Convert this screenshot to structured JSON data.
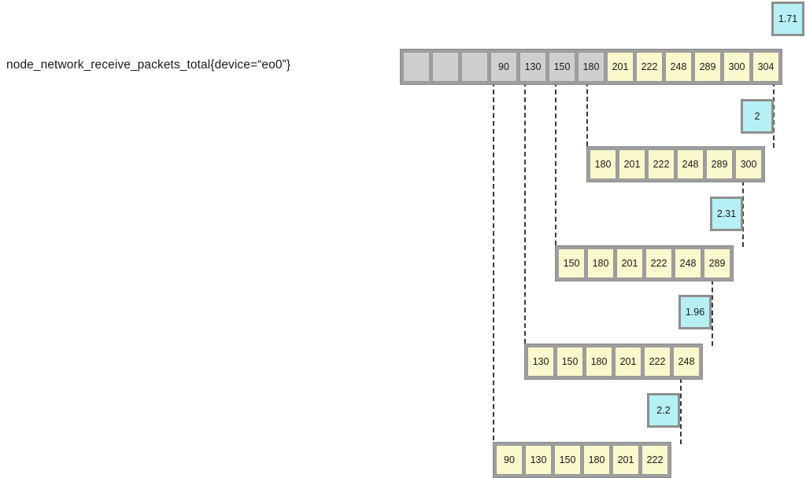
{
  "metric": {
    "label": "node_network_receive_packets_total{device=“eo0”}"
  },
  "colors": {
    "sample_fill": "#faf8cd",
    "out_of_window_fill": "#cfcfcf",
    "rate_badge_fill": "#b6f0f4",
    "border": "#8f8f8f",
    "guide_line": "#3a3a3a"
  },
  "chart_data": {
    "type": "table",
    "title": "node_network_receive_packets_total{device=“eo0”}",
    "description": "Sliding rate window over a counter series: each successive window drops the newest sample and extends one sample further back, with the resulting per-second rate shown in a badge at the window's right edge.",
    "grid": false,
    "legend": null,
    "full_series": {
      "cells": [
        "",
        "",
        "",
        "90",
        "130",
        "150",
        "180",
        "201",
        "222",
        "248",
        "289",
        "300",
        "304"
      ],
      "states": [
        "empty",
        "empty",
        "empty",
        "outrange",
        "outrange",
        "outrange",
        "outrange",
        "filled",
        "filled",
        "filled",
        "filled",
        "filled",
        "filled"
      ]
    },
    "windows": [
      {
        "values": [
          "90",
          "130",
          "150",
          "180",
          "201",
          "222",
          "248",
          "289",
          "300",
          "304"
        ],
        "rate": "1.71"
      },
      {
        "values": [
          "180",
          "201",
          "222",
          "248",
          "289",
          "300"
        ],
        "rate": "2"
      },
      {
        "values": [
          "150",
          "180",
          "201",
          "222",
          "248",
          "289"
        ],
        "rate": "2.31"
      },
      {
        "values": [
          "130",
          "150",
          "180",
          "201",
          "222",
          "248"
        ],
        "rate": "1.96"
      },
      {
        "values": [
          "90",
          "130",
          "150",
          "180",
          "201",
          "222"
        ],
        "rate": "2.2"
      }
    ],
    "rates": [
      "1.71",
      "2",
      "2.31",
      "1.96",
      "2.2"
    ]
  }
}
